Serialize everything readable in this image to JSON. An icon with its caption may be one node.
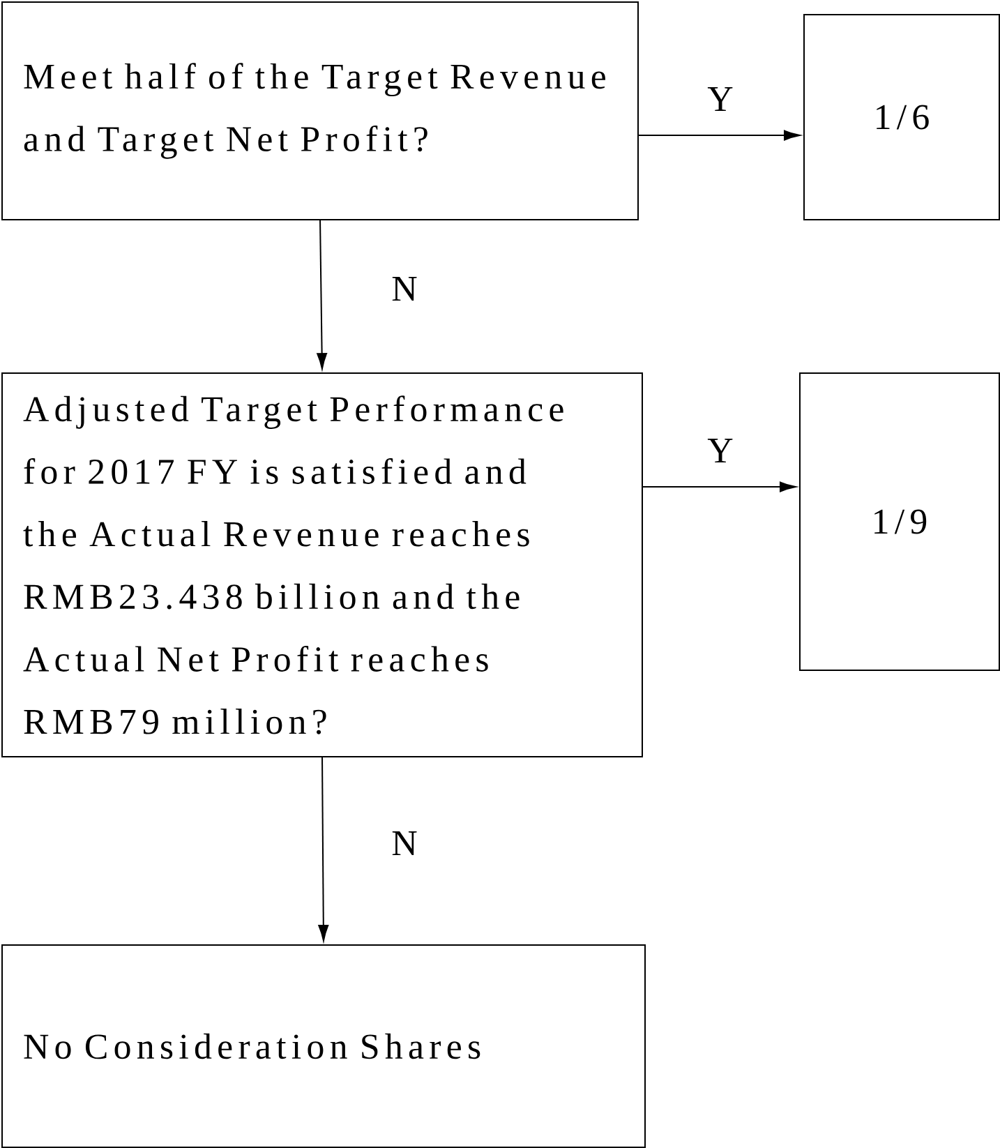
{
  "diagram": {
    "nodes": [
      {
        "text": [
          "Meet half of the Target Revenue and Target Net Profit?"
        ]
      },
      {
        "text": [
          "1/6"
        ]
      },
      {
        "text": [
          "Adjusted Target Performance for 2017 FY is satisfied and the Actual Revenue reaches RMB23.438 billion and the Actual Net Profit reaches RMB79 million?"
        ]
      },
      {
        "text": [
          "1/9"
        ]
      },
      {
        "text": [
          "No Consideration Shares"
        ]
      }
    ],
    "edges": [
      {
        "from": 0,
        "to": 1,
        "arrow": "to",
        "label": "Y"
      },
      {
        "from": 0,
        "to": 2,
        "arrow": "to",
        "label": "N"
      },
      {
        "from": 2,
        "to": 3,
        "arrow": "to",
        "label": "Y"
      },
      {
        "from": 2,
        "to": 4,
        "arrow": "to",
        "label": "N"
      }
    ]
  }
}
